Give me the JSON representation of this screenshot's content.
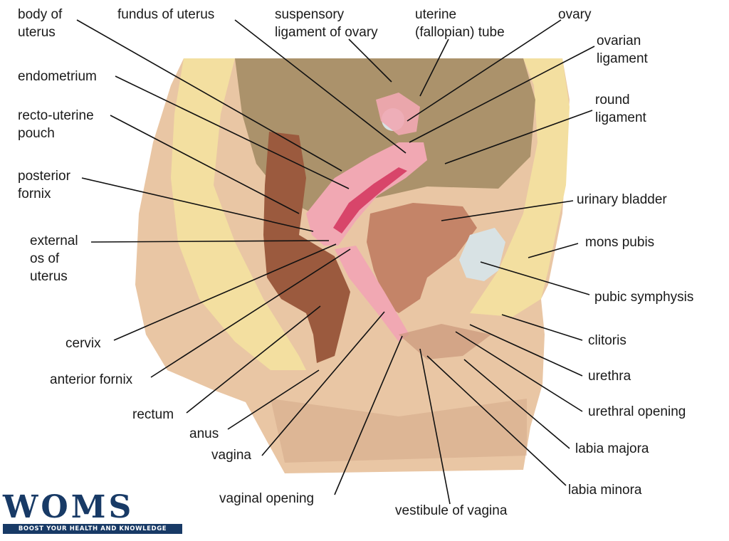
{
  "colors": {
    "skin": "#e9c6a4",
    "skin_shadow": "#c9977a",
    "fat": "#f3dfa0",
    "uterus_wall": "#f1a8b3",
    "endometrium": "#d8456a",
    "bladder": "#c48468",
    "rectum": "#9b5a3e",
    "cavity": "#a08862",
    "bone": "#d8e2e4",
    "logo_navy": "#183a66"
  },
  "labels": {
    "body_of_uterus": "body of\nuterus",
    "fundus_of_uterus": "fundus of uterus",
    "suspensory_ligament": "suspensory\nligament of ovary",
    "uterine_tube": "uterine\n(fallopian) tube",
    "ovary": "ovary",
    "ovarian_ligament": "ovarian\nligament",
    "endometrium": "endometrium",
    "round_ligament": "round\nligament",
    "recto_uterine_pouch": "recto-uterine\npouch",
    "posterior_fornix": "posterior\nfornix",
    "urinary_bladder": "urinary bladder",
    "external_os": "external\nos of\nuterus",
    "mons_pubis": "mons pubis",
    "pubic_symphysis": "pubic symphysis",
    "cervix": "cervix",
    "clitoris": "clitoris",
    "anterior_fornix": "anterior fornix",
    "urethra": "urethra",
    "rectum": "rectum",
    "urethral_opening": "urethral opening",
    "anus": "anus",
    "labia_majora": "labia majora",
    "vagina": "vagina",
    "labia_minora": "labia minora",
    "vaginal_opening": "vaginal opening",
    "vestibule_of_vagina": "vestibule of vagina"
  },
  "logo": {
    "wordmark": "WOMS",
    "tagline": "BOOST YOUR HEALTH AND KNOWLEDGE"
  }
}
